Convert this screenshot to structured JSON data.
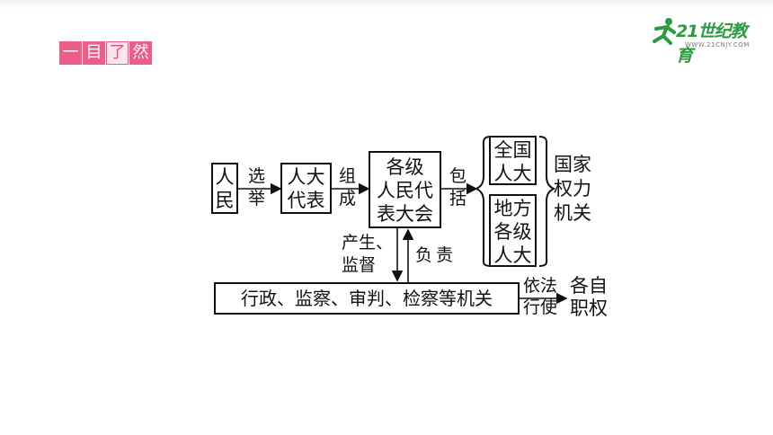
{
  "header": {
    "badge": [
      "一",
      "目",
      "了",
      "然"
    ],
    "logo_main": "21世纪教育",
    "logo_sub": "WWW.21CNJY.COM"
  },
  "diagram": {
    "people": [
      "人",
      "民"
    ],
    "elect": [
      "选",
      "举"
    ],
    "deputies": [
      "人大",
      "代表"
    ],
    "compose": [
      "组",
      "成"
    ],
    "congress": [
      "各级",
      "人民代",
      "表大会"
    ],
    "include": [
      "包",
      "括"
    ],
    "npc": [
      "全国",
      "人大"
    ],
    "local": [
      "地方",
      "各级",
      "人大"
    ],
    "state_organs": [
      "国家",
      "权力",
      "机关"
    ],
    "produce_supervise": [
      "产生、",
      "监督"
    ],
    "responsible": "负责",
    "others": "行政、监察、审判、检察等机关",
    "by_law": [
      "依法",
      "行使"
    ],
    "own_powers": [
      "各自",
      "职权"
    ]
  }
}
